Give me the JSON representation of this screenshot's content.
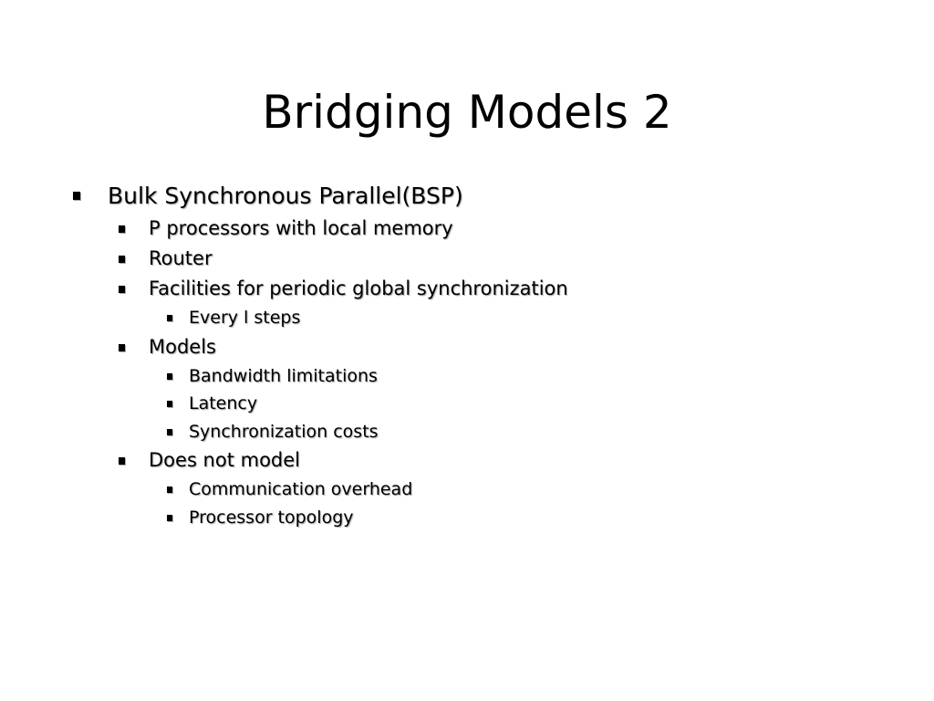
{
  "slide": {
    "title": "Bridging Models 2",
    "items": [
      {
        "level": 1,
        "text": "Bulk Synchronous Parallel(BSP)"
      },
      {
        "level": 2,
        "text": "P processors with local memory"
      },
      {
        "level": 2,
        "text": "Router"
      },
      {
        "level": 2,
        "text": "Facilities for periodic global synchronization"
      },
      {
        "level": 3,
        "text": "Every l steps"
      },
      {
        "level": 2,
        "text": "Models"
      },
      {
        "level": 3,
        "text": "Bandwidth limitations"
      },
      {
        "level": 3,
        "text": "Latency"
      },
      {
        "level": 3,
        "text": "Synchronization costs"
      },
      {
        "level": 2,
        "text": "Does not model"
      },
      {
        "level": 3,
        "text": "Communication overhead"
      },
      {
        "level": 3,
        "text": "Processor topology"
      }
    ]
  }
}
